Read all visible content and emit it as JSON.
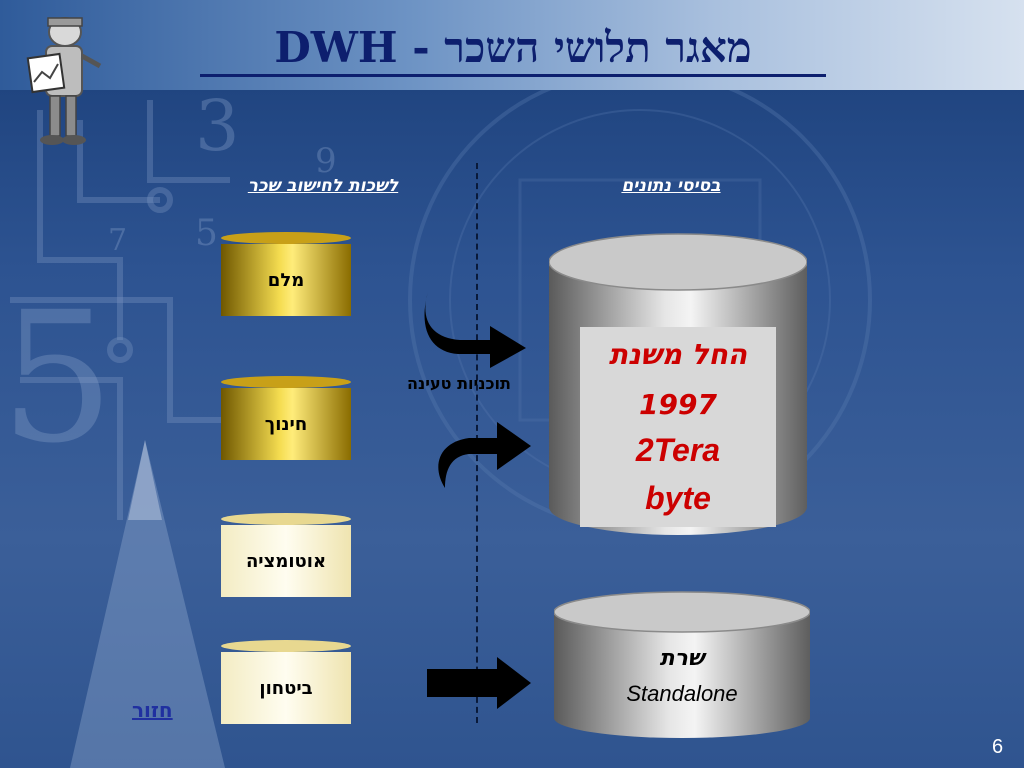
{
  "title": "DWH - מאגר תלושי השכר",
  "headers": {
    "left": "לשכות לחישוב שכר",
    "right": "בסיסי נתונים"
  },
  "systems": [
    {
      "label": "מלם",
      "style": "gold"
    },
    {
      "label": "חינוך",
      "style": "gold"
    },
    {
      "label": "אוטומציה",
      "style": "light"
    },
    {
      "label": "ביטחון",
      "style": "light"
    }
  ],
  "load_label": "תוכניות טעינה",
  "main_db": {
    "line1": "החל משנת",
    "line2": "1997",
    "line3": "2Tera",
    "line4": "byte"
  },
  "server": {
    "line1": "שרת",
    "line2": "Standalone"
  },
  "back_link": "חזור",
  "page_number": "6",
  "colors": {
    "background": "#2d5391",
    "title_text": "#0d1f6e",
    "db_text": "#cc0000",
    "gold_system": "#e8c53a",
    "light_system": "#fffbe6"
  }
}
